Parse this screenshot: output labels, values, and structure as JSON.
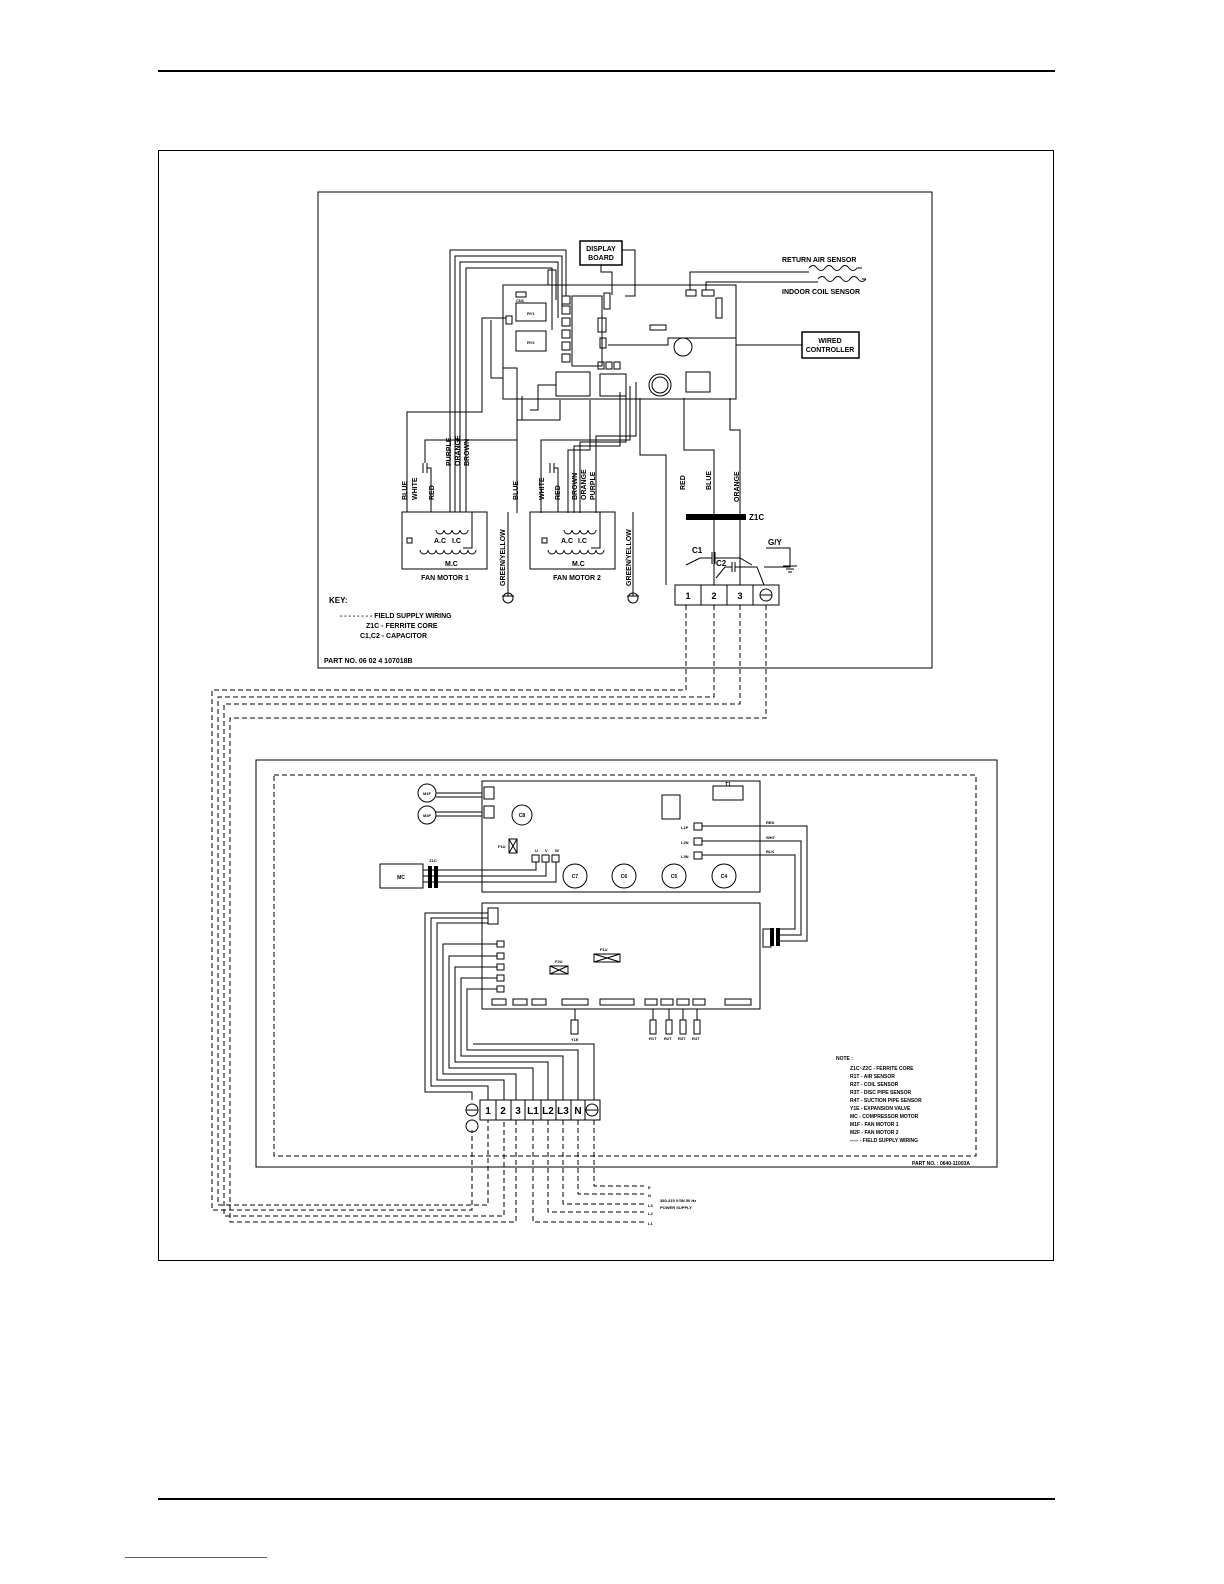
{
  "indoor": {
    "display_board": [
      "DISPLAY",
      "BOARD"
    ],
    "return_air_sensor": "RETURN AIR SENSOR",
    "indoor_coil_sensor": "INDOOR COIL SENSOR",
    "wired_controller": [
      "WIRED",
      "CONTROLLER"
    ],
    "board_labels": {
      "cn1": "CN1",
      "ry1": "RY1",
      "ry2": "RY2"
    },
    "motor1_wires": [
      "BLUE",
      "WHITE",
      "RED",
      "PURPLE",
      "ORANGE",
      "BROWN"
    ],
    "motor2_wires": [
      "BLUE",
      "WHITE",
      "RED",
      "BROWN",
      "ORANGE",
      "PURPLE"
    ],
    "supply_wires": [
      "RED",
      "BLUE",
      "ORANGE"
    ],
    "ferrite": "Z1C",
    "cap1": "C1",
    "cap2": "C2",
    "ground_label": "G/Y",
    "coil_ac": "A.C",
    "coil_ic": "I.C",
    "coil_mc": "M.C",
    "ground_wire": "GREEN/YELLOW",
    "fan_motor_1": "FAN MOTOR 1",
    "fan_motor_2": "FAN MOTOR 2",
    "terminals": [
      "1",
      "2",
      "3"
    ],
    "key_title": "KEY:",
    "key_lines": [
      "- - - - - - - - FIELD SUPPLY WIRING",
      "Z1C - FERRITE CORE",
      "C1,C2 - CAPACITOR"
    ],
    "part_no": "PART NO. 06 02 4 107018B"
  },
  "outdoor": {
    "fan_labels": [
      "M1F",
      "M2F"
    ],
    "comp_label": "MC",
    "ferrite_z1": "Z1C",
    "caps": [
      "C7",
      "C6",
      "C5",
      "C4"
    ],
    "cap_c8": "C8",
    "transformer": "T1",
    "connector_labels": [
      "L1P",
      "L2N",
      "L3N"
    ],
    "connector_colors": [
      "RED",
      "WHT",
      "BLK"
    ],
    "uvw": [
      "U",
      "V",
      "W"
    ],
    "fuse_labels": [
      "F1U",
      "F2U",
      "F1U"
    ],
    "terminals": [
      "1",
      "2",
      "3",
      "L1",
      "L2",
      "L3",
      "N"
    ],
    "note_title": "NOTE :",
    "note_lines": [
      "Z1C~Z2C  - FERRITE CORE",
      "R1T      - AIR  SENSOR",
      "R2T      - COIL  SENSOR",
      "R3T      - DISC  PIPE  SENSOR",
      "R4T      - SUCTION  PIPE  SENSOR",
      "Y1E      - EXPANSION  VALVE",
      "MC       - COMPRESSOR  MOTOR",
      "M1F      - FAN  MOTOR  1",
      "M2F      - FAN  MOTOR  2",
      "-----    - FIELD  SUPPLY  WIRING"
    ],
    "sensor_labels": [
      "R1T",
      "R2T",
      "R3T",
      "R4T"
    ],
    "valve_label": "Y1E",
    "supply_labels": [
      "E",
      "N",
      "L3",
      "L2",
      "L1"
    ],
    "supply_note": [
      "380-415 V/3N 50 Hz",
      "POWER SUPPLY"
    ],
    "part_no": "PART NO. : 0640-11003A"
  }
}
